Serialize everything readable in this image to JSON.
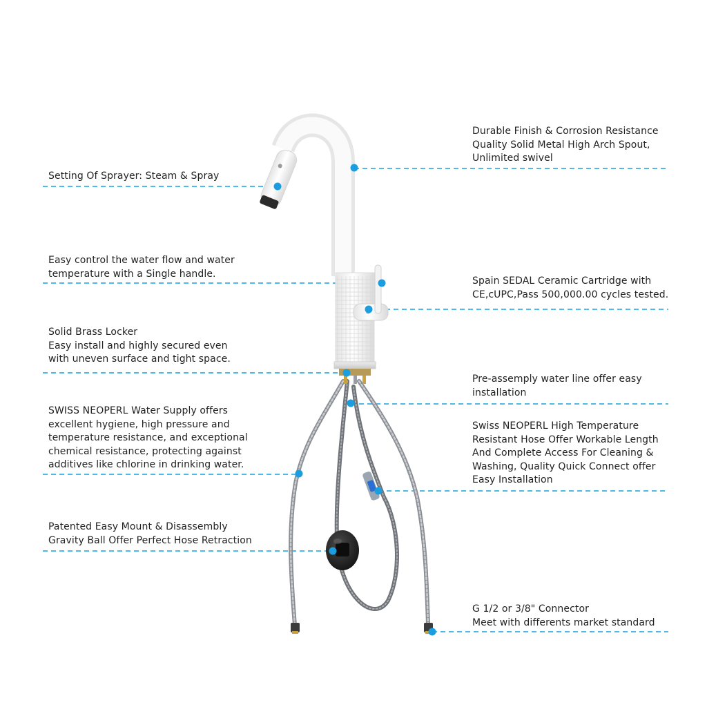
{
  "colors": {
    "accent": "#1a9ee0",
    "dashed_line": "#1a9ee0",
    "text": "#222222",
    "faucet_body": "#f7f7f7",
    "hose_steel": "#8a8d92",
    "gravity_ball": "#1e1e1e",
    "connector_brass": "#c9a23c"
  },
  "callouts": {
    "sprayer": {
      "lines": [
        "Setting Of Sprayer: Steam & Spray"
      ]
    },
    "handle": {
      "lines": [
        "Easy control the water flow and water",
        "temperature with a Single handle."
      ]
    },
    "locker": {
      "lines": [
        "Solid Brass Locker",
        "Easy install and highly secured even",
        "with uneven surface and tight space."
      ]
    },
    "neoperl_supply": {
      "lines": [
        "SWISS NEOPERL Water Supply offers",
        "excellent hygiene, high pressure and",
        "temperature resistance, and exceptional",
        "chemical resistance, protecting against",
        "additives like chlorine in drinking water."
      ]
    },
    "gravity_ball": {
      "lines": [
        "Patented Easy Mount & Disassembly",
        "Gravity Ball Offer Perfect Hose Retraction"
      ]
    },
    "finish": {
      "lines": [
        "Durable Finish & Corrosion Resistance",
        "Quality Solid Metal High Arch Spout,",
        "Unlimited swivel"
      ]
    },
    "cartridge": {
      "lines": [
        "Spain SEDAL Ceramic Cartridge with",
        "CE,cUPC,Pass 500,000.00 cycles tested."
      ]
    },
    "pre_assembly": {
      "lines": [
        "Pre-assemply water line offer easy",
        "installation"
      ]
    },
    "hose": {
      "lines": [
        "Swiss NEOPERL High Temperature",
        "Resistant Hose Offer Workable Length",
        "And Complete Access For Cleaning &",
        "Washing, Quality Quick Connect offer",
        "Easy Installation"
      ]
    },
    "connector": {
      "lines": [
        "G 1/2 or 3/8\" Connector",
        "Meet with differents market standard"
      ]
    }
  }
}
